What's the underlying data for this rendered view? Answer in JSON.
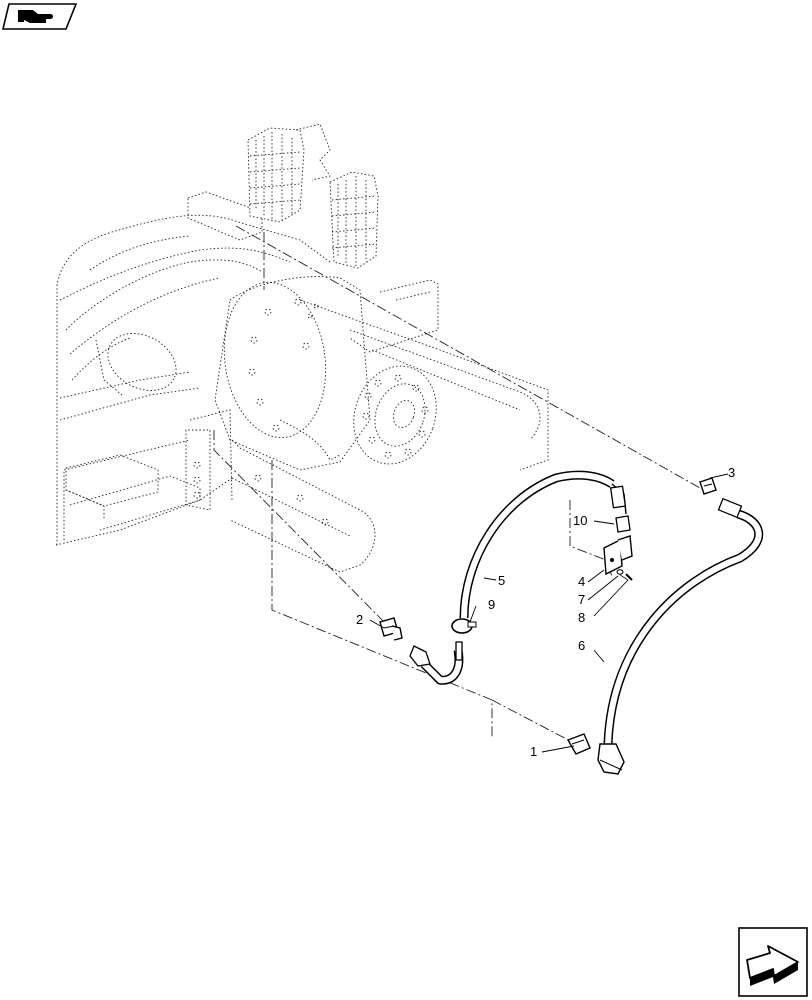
{
  "colors": {
    "line": "#000000",
    "background": "#ffffff"
  },
  "icons": {
    "top_left": "hand-pointing-icon",
    "bottom_right": "next-page-arrow-icon"
  },
  "callouts": [
    {
      "id": "1",
      "label": "1",
      "part": "fitting"
    },
    {
      "id": "2",
      "label": "2",
      "part": "elbow-fitting"
    },
    {
      "id": "3",
      "label": "3",
      "part": "fitting"
    },
    {
      "id": "4",
      "label": "4",
      "part": "bracket"
    },
    {
      "id": "5",
      "label": "5",
      "part": "hose"
    },
    {
      "id": "6",
      "label": "6",
      "part": "hose"
    },
    {
      "id": "7",
      "label": "7",
      "part": "washer"
    },
    {
      "id": "8",
      "label": "8",
      "part": "screw"
    },
    {
      "id": "9",
      "label": "9",
      "part": "clamp"
    },
    {
      "id": "10",
      "label": "10",
      "part": "nut"
    }
  ]
}
